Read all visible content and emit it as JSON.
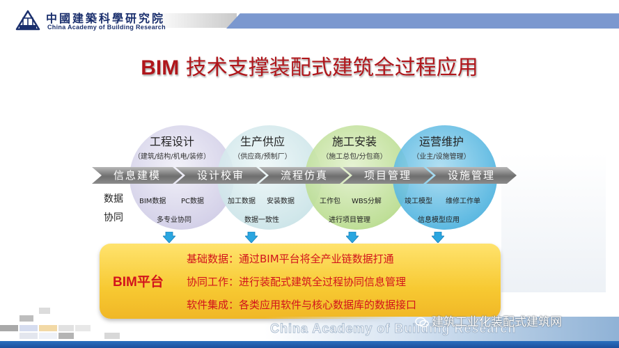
{
  "header": {
    "logo_cn": "中國建築科學研究院",
    "logo_en": "China Academy of Building Research",
    "logo_badge": "CABR",
    "accent_color": "#7b98cf"
  },
  "title": {
    "prefix": "BIM",
    "text": " 技术支撑装配式建筑全过程应用",
    "color": "#b0161b"
  },
  "stages": [
    {
      "name": "工程设计",
      "sub": "（建筑/结构/机电/装修）",
      "color": "#d9d6ec"
    },
    {
      "name": "生产供应",
      "sub": "（供应商/预制厂）",
      "color": "#cfe6ea"
    },
    {
      "name": "施工安装",
      "sub": "（施工总包/分包商）",
      "color": "#b9dc8e"
    },
    {
      "name": "运营维护",
      "sub": "（业主/设施管理）",
      "color": "#4fb3df"
    }
  ],
  "process_arrows": [
    "信息建模",
    "设计校审",
    "流程仿真",
    "项目管理",
    "设施管理"
  ],
  "side_labels": [
    "数据",
    "协同"
  ],
  "stage_items": [
    {
      "row1": [
        "BIM数据",
        "PC数据"
      ],
      "row2": "多专业协同"
    },
    {
      "row1": [
        "加工数据",
        "安装数据"
      ],
      "row2": "数据一致性"
    },
    {
      "row1": [
        "工作包",
        "WBS分解"
      ],
      "row2": "进行项目管理"
    },
    {
      "row1": [
        "竣工模型",
        "维修工作单"
      ],
      "row2": "信息模型应用"
    }
  ],
  "platform": {
    "name": "BIM平台",
    "lines": [
      {
        "label": "基础数据",
        "text": "：通过BIM平台将全产业链数据打通"
      },
      {
        "label": "协同工作",
        "text": "：进行装配式建筑全过程协同信息管理"
      },
      {
        "label": "软件集成",
        "text": "：各类应用软件与核心数据库的数据接口"
      }
    ],
    "color": "#f7c932",
    "text_color": "#d2141c"
  },
  "footer": {
    "en": "China Academy of Building Research",
    "watermark": "建筑工业化装配式建筑网",
    "band_color": "#1c4f9d"
  }
}
